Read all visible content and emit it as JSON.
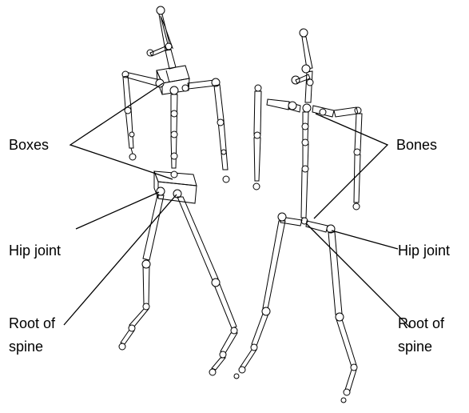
{
  "figure": {
    "labels_left": {
      "boxes": "Boxes",
      "hip_joint": "Hip joint",
      "root_of_spine_line1": "Root of",
      "root_of_spine_line2": "spine"
    },
    "labels_right": {
      "bones": "Bones",
      "hip_joint": "Hip joint",
      "root_of_spine_line1": "Root of",
      "root_of_spine_line2": "spine"
    }
  }
}
